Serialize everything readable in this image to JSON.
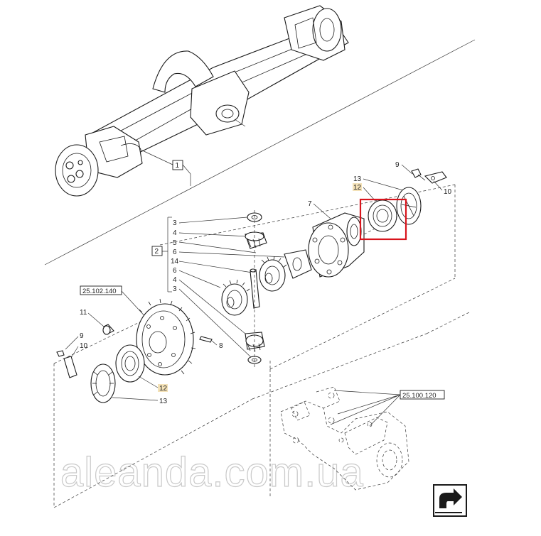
{
  "labels": {
    "group_1": "1",
    "group_2": "2",
    "p3a": "3",
    "p4a": "4",
    "p5": "5",
    "p6a": "6",
    "p14": "14",
    "p6b": "6",
    "p4b": "4",
    "p3b": "3",
    "p7": "7",
    "p13a": "13",
    "p12a": "12",
    "p9a": "9",
    "p10a": "10",
    "p11": "11",
    "p9b": "9",
    "p10b": "10",
    "p8": "8",
    "p12b": "12",
    "p13b": "13"
  },
  "refs": {
    "ring_gear": "25.102.140",
    "housing": "25.100.120"
  },
  "watermark": "aleanda.com.ua",
  "colors": {
    "highlight_box": "#d8141c",
    "label_highlight": "#f4e2b8",
    "line": "#1a1a1a"
  }
}
